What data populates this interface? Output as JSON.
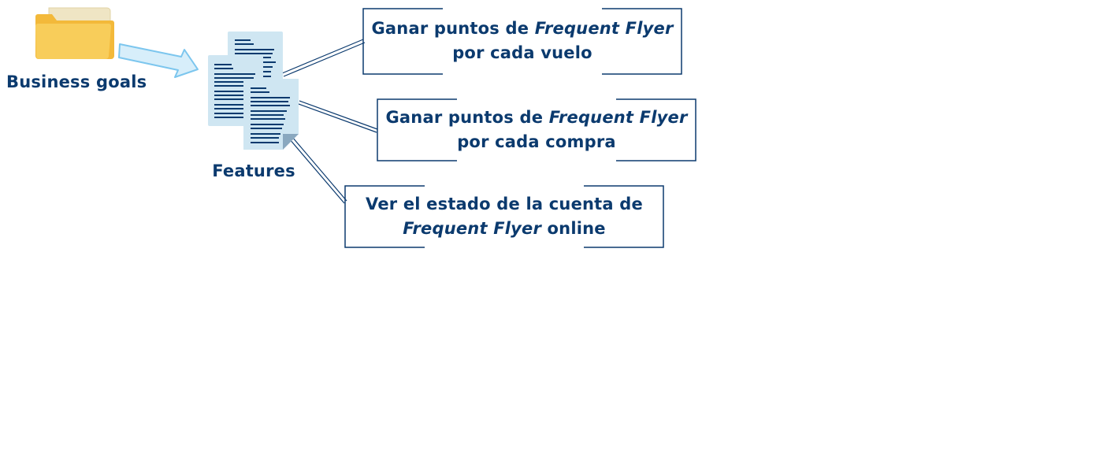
{
  "colors": {
    "text": "#0b3a6e",
    "box_border": "#0b3a6e",
    "folder": "#f7c94c",
    "folder_back": "#efe5c4",
    "arrow_fill": "#d7eefa",
    "arrow_stroke": "#7cc6ee",
    "doc_fill": "#cfe6f2",
    "doc_lines": "#0b3a6e"
  },
  "icons": {
    "folder": "folder-icon",
    "arrow": "arrow-right-icon",
    "documents": "documents-icon"
  },
  "labels": {
    "business_goals": "Business goals",
    "features": "Features"
  },
  "feature_boxes": [
    {
      "line1_pre": "Ganar puntos de ",
      "line1_italic": "Frequent Flyer",
      "line1_post": "",
      "line2_pre": "",
      "line2_italic": "",
      "line2_post": "por cada vuelo"
    },
    {
      "line1_pre": "Ganar puntos de ",
      "line1_italic": "Frequent Flyer",
      "line1_post": "",
      "line2_pre": "",
      "line2_italic": "",
      "line2_post": "por cada compra"
    },
    {
      "line1_pre": "Ver el estado de la cuenta de",
      "line1_italic": "",
      "line1_post": "",
      "line2_pre": "",
      "line2_italic": "Frequent Flyer",
      "line2_post": " online"
    }
  ]
}
